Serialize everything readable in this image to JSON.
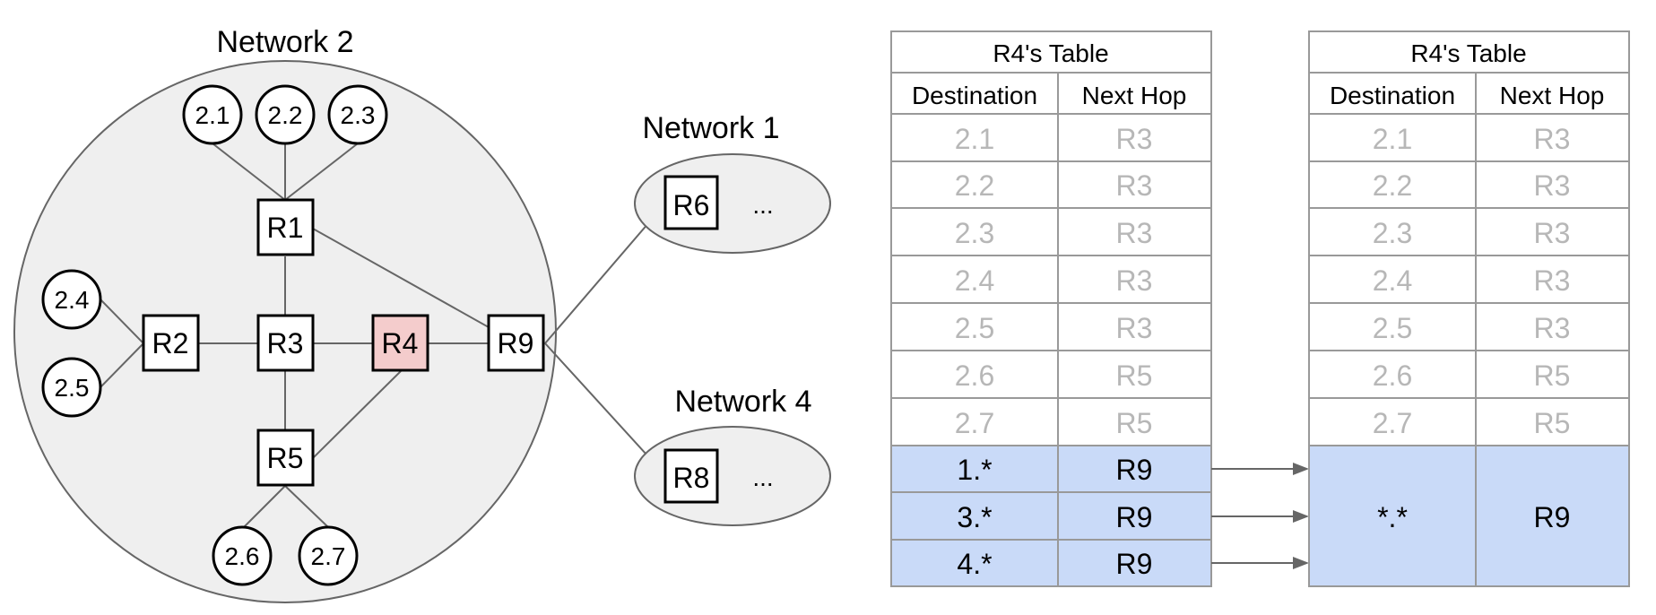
{
  "network2": {
    "label": "Network 2",
    "hosts": [
      "2.1",
      "2.2",
      "2.3",
      "2.4",
      "2.5",
      "2.6",
      "2.7"
    ],
    "routers": [
      "R1",
      "R2",
      "R3",
      "R4",
      "R5",
      "R9"
    ]
  },
  "network1": {
    "label": "Network 1",
    "router": "R6",
    "ellipsis": "..."
  },
  "network4": {
    "label": "Network 4",
    "router": "R8",
    "ellipsis": "..."
  },
  "table_left": {
    "title": "R4's Table",
    "headers": [
      "Destination",
      "Next Hop"
    ],
    "rows": [
      [
        "2.1",
        "R3"
      ],
      [
        "2.2",
        "R3"
      ],
      [
        "2.3",
        "R3"
      ],
      [
        "2.4",
        "R3"
      ],
      [
        "2.5",
        "R3"
      ],
      [
        "2.6",
        "R5"
      ],
      [
        "2.7",
        "R5"
      ],
      [
        "1.*",
        "R9"
      ],
      [
        "3.*",
        "R9"
      ],
      [
        "4.*",
        "R9"
      ]
    ]
  },
  "table_right": {
    "title": "R4's Table",
    "headers": [
      "Destination",
      "Next Hop"
    ],
    "rows": [
      [
        "2.1",
        "R3"
      ],
      [
        "2.2",
        "R3"
      ],
      [
        "2.3",
        "R3"
      ],
      [
        "2.4",
        "R3"
      ],
      [
        "2.5",
        "R3"
      ],
      [
        "2.6",
        "R5"
      ],
      [
        "2.7",
        "R5"
      ]
    ],
    "aggregate": [
      "*.*",
      "R9"
    ]
  },
  "colors": {
    "network_fill": "#efefef",
    "highlight_router": "#f4cccc",
    "summary_fill": "#c9daf8",
    "faded_text": "#b7b7b7",
    "grid": "#999999"
  }
}
